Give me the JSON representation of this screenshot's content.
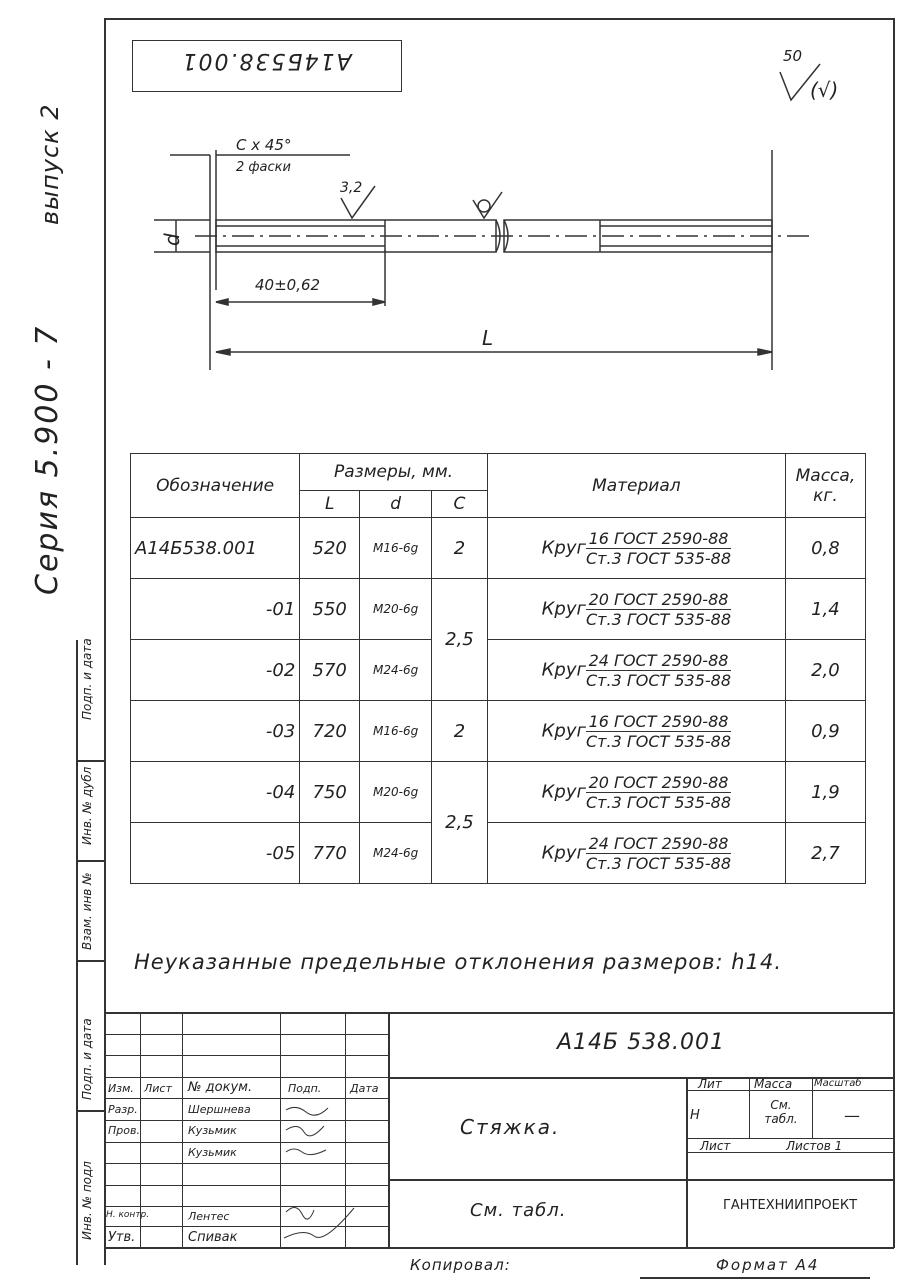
{
  "doc_code_top": "А14Б538.001",
  "roughness": "50",
  "roughness_paren": "(√)",
  "side_series": "Серия 5.900 - 7",
  "side_issue": "выпуск 2",
  "side_stamps": [
    "Подп. и дата",
    "Инв. № дубл",
    "Взам. инв №",
    "Подп. и дата",
    "Инв. № подл"
  ],
  "drawing": {
    "chamfer": "С х 45°",
    "chamfer_note": "2 фаски",
    "surface": "3,2",
    "thread_len": "40±0,62",
    "length": "L",
    "diameter": "d"
  },
  "table": {
    "headers": {
      "designation": "Обозначение",
      "sizes": "Размеры, мм.",
      "L": "L",
      "d": "d",
      "c": "С",
      "material": "Материал",
      "mass": "Масса, кг."
    },
    "rows": [
      {
        "des": "А14Б538.001",
        "L": "520",
        "d": "М16-6g",
        "c": "2",
        "mat_word": "Круг",
        "mat_num": "16 ГОСТ 2590-88",
        "mat_den": "Ст.3 ГОСТ 535-88",
        "mass": "0,8"
      },
      {
        "des": "-01",
        "L": "550",
        "d": "М20-6g",
        "c": "2,5",
        "mat_word": "Круг",
        "mat_num": "20 ГОСТ 2590-88",
        "mat_den": "Ст.3 ГОСТ 535-88",
        "mass": "1,4"
      },
      {
        "des": "-02",
        "L": "570",
        "d": "М24-6g",
        "c": "",
        "mat_word": "Круг",
        "mat_num": "24 ГОСТ 2590-88",
        "mat_den": "Ст.3 ГОСТ 535-88",
        "mass": "2,0"
      },
      {
        "des": "-03",
        "L": "720",
        "d": "М16-6g",
        "c": "2",
        "mat_word": "Круг",
        "mat_num": "16 ГОСТ 2590-88",
        "mat_den": "Ст.3 ГОСТ 535-88",
        "mass": "0,9"
      },
      {
        "des": "-04",
        "L": "750",
        "d": "М20-6g",
        "c": "2,5",
        "mat_word": "Круг",
        "mat_num": "20 ГОСТ 2590-88",
        "mat_den": "Ст.3 ГОСТ 535-88",
        "mass": "1,9"
      },
      {
        "des": "-05",
        "L": "770",
        "d": "М24-6g",
        "c": "",
        "mat_word": "Круг",
        "mat_num": "24 ГОСТ 2590-88",
        "mat_den": "Ст.3 ГОСТ 535-88",
        "mass": "2,7"
      }
    ]
  },
  "note": "Неуказанные предельные отклонения размеров: h14.",
  "title_block": {
    "code": "А14Б 538.001",
    "name": "Стяжка.",
    "material": "См. табл.",
    "org": "ГАНТЕХНИИПРОЕКТ",
    "lit": "Лит",
    "mass_label": "Масса",
    "scale_label": "Масштаб",
    "lit_value": "Н",
    "mass_value": "См. табл.",
    "scale_value": "—",
    "sheet_label": "Лист",
    "sheets_label": "Листов 1",
    "columns": [
      "Изм.",
      "Лист",
      "№ докум.",
      "Подп.",
      "Дата"
    ],
    "roles": [
      {
        "role": "Разр.",
        "name": "Шершнева"
      },
      {
        "role": "Пров.",
        "name": "Кузьмик"
      },
      {
        "role": "",
        "name": "Кузьмик"
      },
      {
        "role": "Н. контр.",
        "name": "Лентес"
      },
      {
        "role": "Утв.",
        "name": "Спивак"
      }
    ]
  },
  "copied": "Копировал:",
  "format": "Формат А4"
}
